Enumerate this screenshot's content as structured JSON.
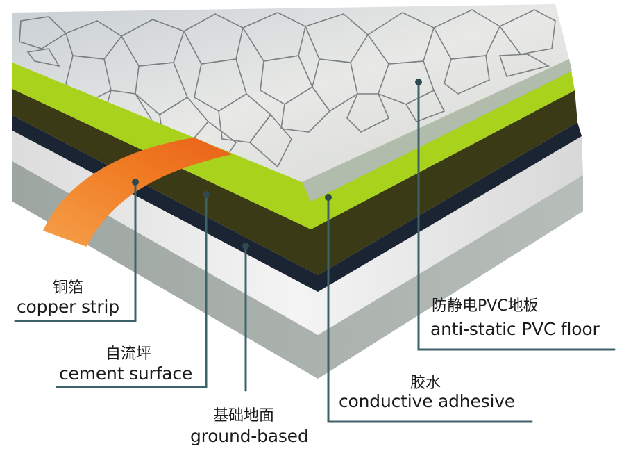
{
  "diagram": {
    "colors": {
      "pvc_floor": "#dfe1e0",
      "pvc_floor_shadow": "#b9bfc3",
      "conductive_adhesive": "#a8d21c",
      "cement_surface": "#3a3a16",
      "dark_layer": "#1b2433",
      "white_layer": "#f0f0f0",
      "ground_base": "#a9b0ac",
      "copper_strip": "#f07a22",
      "leader_line": "#3d6268"
    },
    "labels": {
      "copper_strip": {
        "zh": "铜箔",
        "en": "copper strip"
      },
      "cement_surface": {
        "zh": "自流坪",
        "en": "cement surface"
      },
      "ground_based": {
        "zh": "基础地面",
        "en": "ground-based"
      },
      "conductive_adhesive": {
        "zh": "胶水",
        "en": "conductive adhesive"
      },
      "pvc_floor": {
        "zh": "防静电PVC地板",
        "en": "anti-static PVC floor"
      }
    }
  }
}
